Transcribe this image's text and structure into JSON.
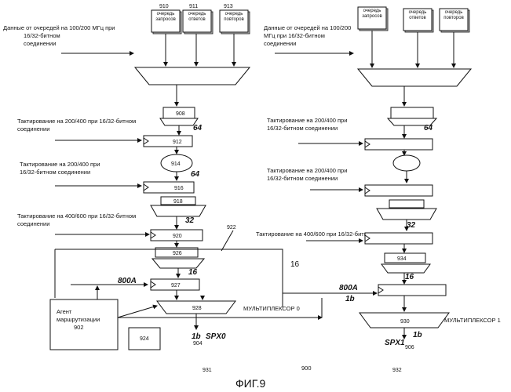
{
  "figure": {
    "caption": "ФИГ.9",
    "id_center": "900",
    "id_left": "931",
    "id_right": "932"
  },
  "left": {
    "data_label_1": "Данные от очередей на 100/200 МГц при",
    "data_label_2": "16/32-битном",
    "data_label_3": "соединении",
    "queue_request": "очередь запросов",
    "queue_response": "очередь ответов",
    "queue_retry": "очередь повторов",
    "num_910": "910",
    "num_911": "911",
    "num_913": "913",
    "num_908": "908",
    "bus_64a": "64",
    "clk1_1": "Тактирование на 200/400 при 16/32-битном",
    "clk1_2": "соединении",
    "num_912": "912",
    "num_914": "914",
    "bus_64b": "64",
    "clk2_1": "Тактирование на 200/400 при",
    "clk2_2": "16/32-битном соединении",
    "num_916": "916",
    "num_918": "918",
    "bus_32": "32",
    "clk3_1": "Тактирование на 400/600 при 16/32-битном",
    "clk3_2": "соединении",
    "num_920": "920",
    "num_922": "922",
    "num_926": "926",
    "bus_16a": "16",
    "bus_16b": "16",
    "bus_800a": "800A",
    "num_927": "927",
    "num_928": "928",
    "mux0": "МУЛЬТИПЛЕКСОР 0",
    "agent_1": "Агент",
    "agent_2": "маршрутизации",
    "agent_3": "902",
    "num_924": "924",
    "bus_1b": "1b",
    "spx0": "SPX0",
    "num_904": "904"
  },
  "right": {
    "data_label_1": "Данные от очередей на 100/200",
    "data_label_2": "МГц при 16/32-битном",
    "data_label_3": "соединении",
    "queue_request": "очередь запросов",
    "queue_response": "очередь ответов",
    "queue_retry": "очередь повторов",
    "bus_64a": "64",
    "clk1_1": "Тактирование на 200/400 при",
    "clk1_2": "16/32-битном соединении",
    "clk2_1": "Тактирование на 200/400 при",
    "clk2_2": "16/32-битном соединении",
    "bus_32": "32",
    "clk3": "Тактирование на 400/600 при 16/32-битном соединении",
    "num_934": "934",
    "bus_16a": "16",
    "bus_800a": "800A",
    "bus_1b": "1b",
    "num_930": "930",
    "mux1": "МУЛЬТИПЛЕКСОР 1",
    "spx1": "SPX1",
    "bus_1b2": "1b",
    "num_906": "906"
  }
}
